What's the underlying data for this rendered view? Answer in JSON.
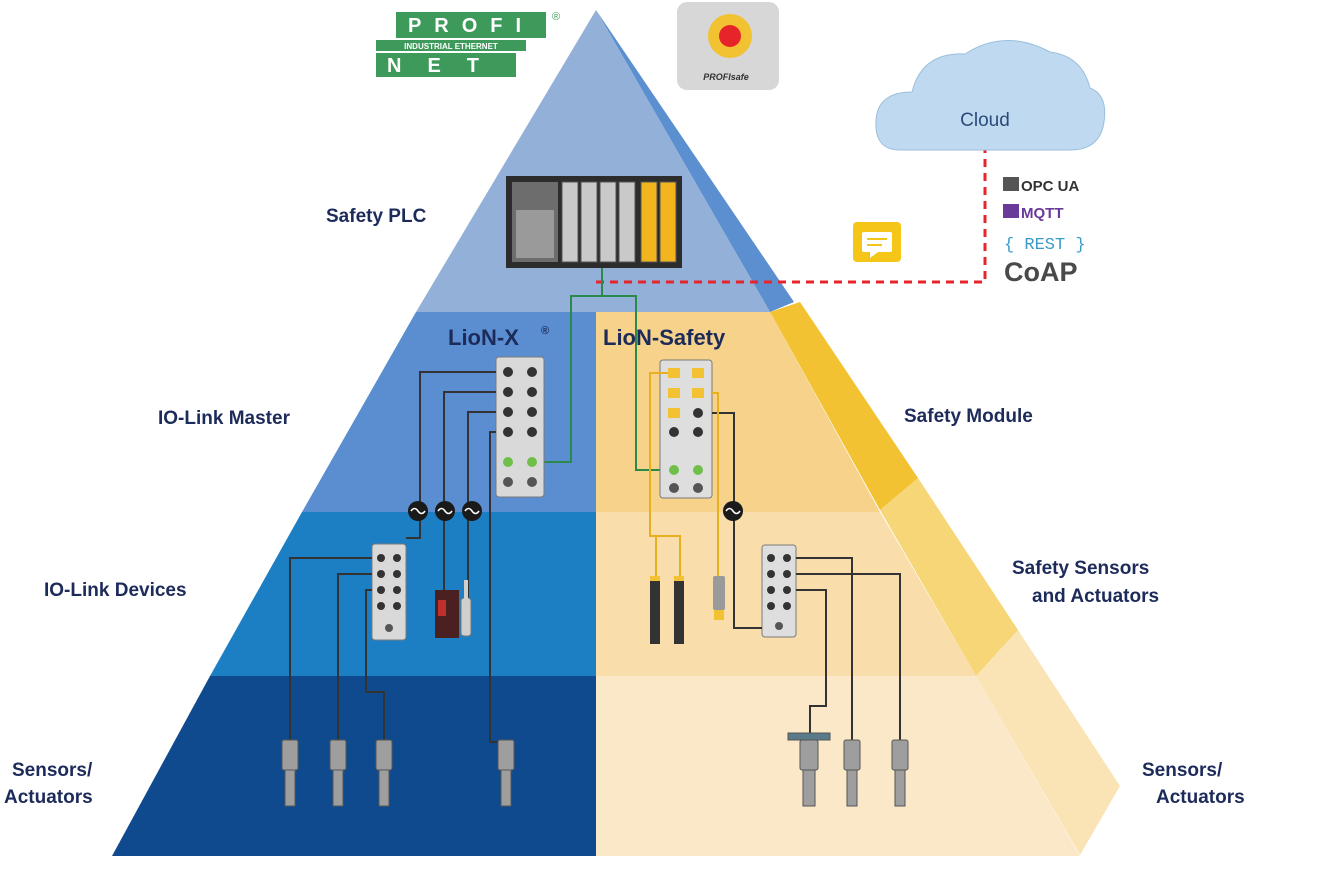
{
  "logos": {
    "profinet_top": "PROFI",
    "profinet_mid": "INDUSTRIAL ETHERNET",
    "profinet_bottom": "NET",
    "profinet_reg": "®",
    "profisafe": "PROFIsafe"
  },
  "cloud": {
    "label": "Cloud",
    "protocols": [
      "OPC UA",
      "MQTT",
      "{ REST }",
      "CoAP"
    ]
  },
  "left_labels": {
    "safety_plc": "Safety PLC",
    "io_link_master": "IO-Link Master",
    "io_link_devices": "IO-Link Devices",
    "sensors_line1": "Sensors/",
    "sensors_line2": "Actuators"
  },
  "right_labels": {
    "safety_module": "Safety Module",
    "safety_sensors_line1": "Safety Sensors",
    "safety_sensors_line2": "and Actuators",
    "sensors_line1": "Sensors/",
    "sensors_line2": "Actuators"
  },
  "products": {
    "lion_x": "LioN-X",
    "lion_x_reg": "®",
    "lion_safety": "LioN-Safety"
  },
  "colors": {
    "tier_plc": "#93b0d8",
    "tier_master_left": "#5a8ed0",
    "tier_devices_left": "#1c7fc4",
    "tier_sensors_left": "#104a8e",
    "tier_master_right": "#f7d28a",
    "tier_devices_right": "#f9ddaa",
    "tier_sensors_right": "#fbe8c8",
    "side_blue": "#5b8fcf",
    "side_yellow": "#f2c232",
    "cloud": "#bfdaf0",
    "profinet_green": "#3e9a5a",
    "network_line": "#e8242b",
    "cable_green": "#2a8a4a",
    "cable_dark": "#333333",
    "cable_yellow": "#e8b020",
    "label_color": "#1d2b5a"
  }
}
